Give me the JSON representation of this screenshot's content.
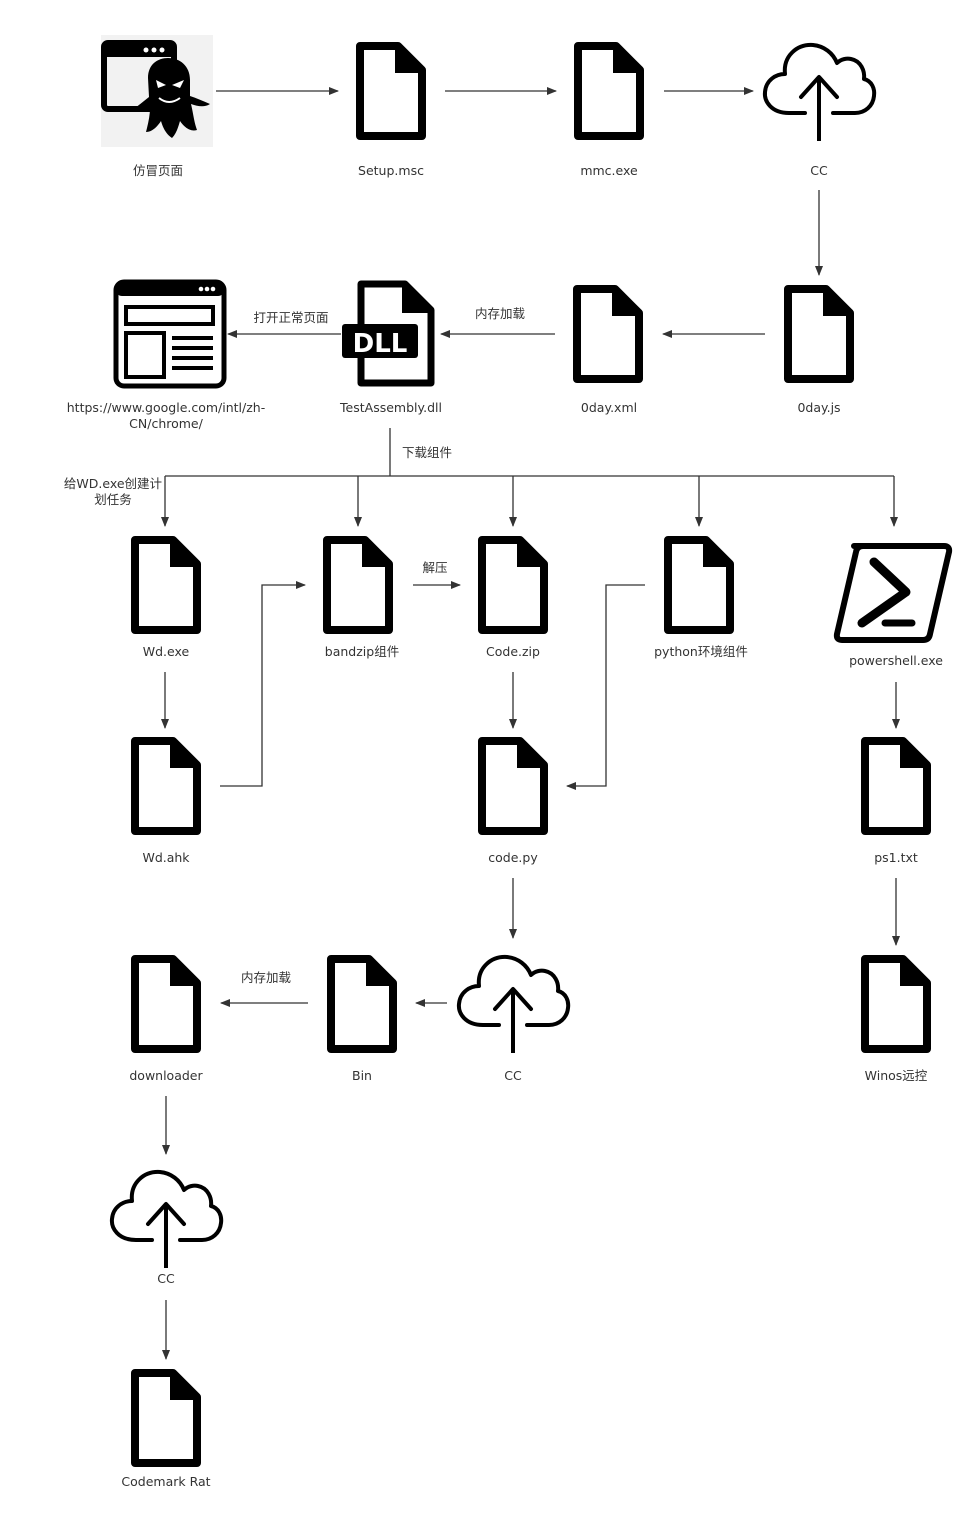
{
  "nodes": {
    "fake_page": {
      "label": "仿冒页面",
      "icon": "malicious-webpage-icon"
    },
    "setup_msc": {
      "label": "Setup.msc",
      "icon": "file-icon"
    },
    "mmc_exe": {
      "label": "mmc.exe",
      "icon": "file-icon"
    },
    "cc_1": {
      "label": "CC",
      "icon": "cloud-upload-icon"
    },
    "oday_js": {
      "label": "0day.js",
      "icon": "file-icon"
    },
    "oday_xml": {
      "label": "0day.xml",
      "icon": "file-icon"
    },
    "test_assembly": {
      "label": "TestAssembly.dll",
      "icon": "dll-file-icon"
    },
    "chrome_url": {
      "label_line1": "https://www.google.com/intl/zh-",
      "label_line2": "CN/chrome/",
      "icon": "browser-window-icon"
    },
    "wd_exe": {
      "label": "Wd.exe",
      "icon": "file-icon"
    },
    "bandzip": {
      "label": "bandzip组件",
      "icon": "file-icon"
    },
    "code_zip": {
      "label": "Code.zip",
      "icon": "file-icon"
    },
    "python_env": {
      "label": "python环境组件",
      "icon": "file-icon"
    },
    "powershell": {
      "label": "powershell.exe",
      "icon": "powershell-icon"
    },
    "wd_ahk": {
      "label": "Wd.ahk",
      "icon": "file-icon"
    },
    "code_py": {
      "label": "code.py",
      "icon": "file-icon"
    },
    "ps1_txt": {
      "label": "ps1.txt",
      "icon": "file-icon"
    },
    "downloader": {
      "label": "downloader",
      "icon": "file-icon"
    },
    "bin": {
      "label": "Bin",
      "icon": "file-icon"
    },
    "cc_2": {
      "label": "CC",
      "icon": "cloud-upload-icon"
    },
    "winos": {
      "label": "Winos远控",
      "icon": "file-icon"
    },
    "cc_3": {
      "label": "CC",
      "icon": "cloud-upload-icon"
    },
    "codemark_rat": {
      "label": "Codemark Rat",
      "icon": "file-icon"
    }
  },
  "edge_labels": {
    "open_normal_page": "打开正常页面",
    "memory_load_1": "内存加载",
    "download_components": "下载组件",
    "schedule_task_line1": "给WD.exe创建计",
    "schedule_task_line2": "划任务",
    "decompress": "解压",
    "memory_load_2": "内存加载"
  },
  "colors": {
    "line": "#333333",
    "icon": "#000000",
    "text": "#333333"
  }
}
